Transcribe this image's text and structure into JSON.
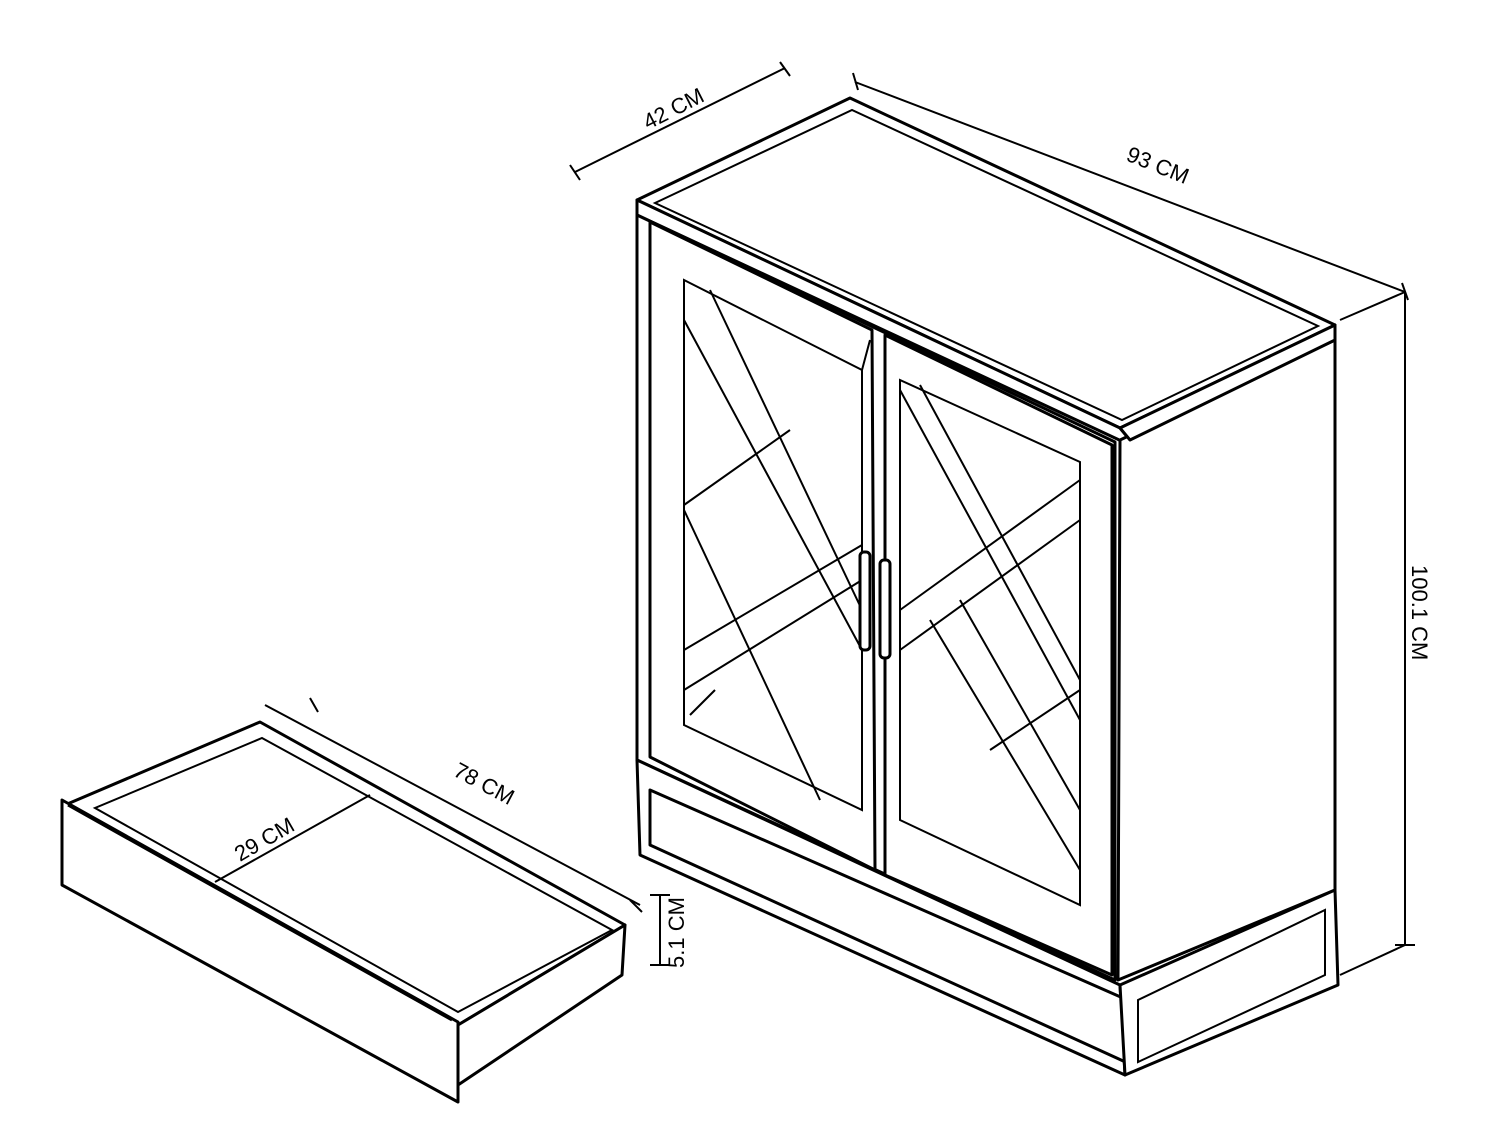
{
  "cabinet": {
    "depth_label": "42 CM",
    "width_label": "93 CM",
    "height_label": "100.1 CM"
  },
  "drawer": {
    "width_label": "78 CM",
    "depth_label": "29 CM",
    "height_label": "5.1 CM"
  }
}
